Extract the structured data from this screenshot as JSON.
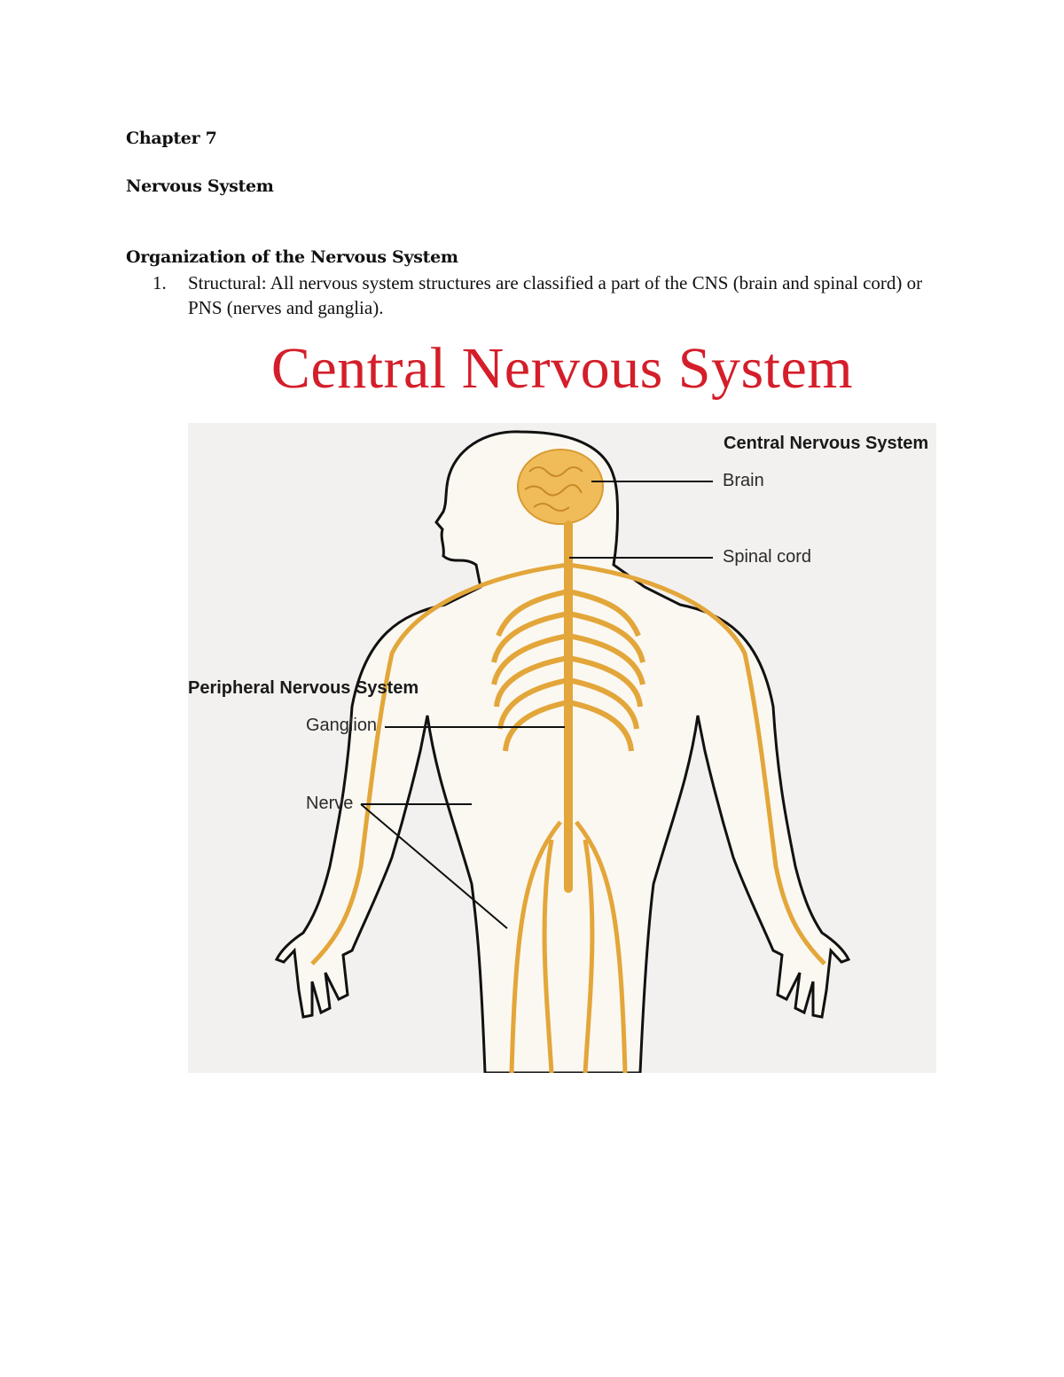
{
  "document": {
    "chapter": "Chapter 7",
    "title": "Nervous System",
    "section_heading": "Organization of the Nervous System",
    "list": [
      {
        "number": "1.",
        "text": "Structural: All nervous system structures are classified a part of the CNS (brain and spinal cord) or PNS (nerves and ganglia)."
      }
    ]
  },
  "figure": {
    "banner_title": "Central Nervous System",
    "banner_color": "#d41e2a",
    "nerve_color": "#e3a63a",
    "background_color": "#f2f1ef",
    "labels": {
      "cns_heading": "Central Nervous System",
      "brain": "Brain",
      "spinal_cord": "Spinal cord",
      "pns_heading": "Peripheral Nervous System",
      "ganglion": "Ganglion",
      "nerve": "Nerve"
    }
  }
}
